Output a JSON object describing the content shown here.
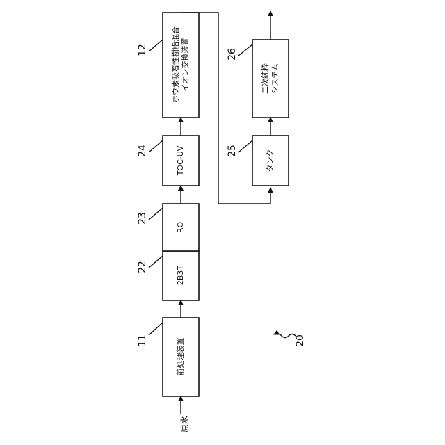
{
  "source_label": "原水",
  "boxes": {
    "pretreatment": {
      "ref": "11",
      "label": "前処理装置"
    },
    "b2b3t": {
      "ref": "22",
      "label": "2B3T"
    },
    "ro": {
      "ref": "23",
      "label": "RO"
    },
    "tocuv": {
      "ref": "24",
      "label": "TOC-UV"
    },
    "mixed_bed": {
      "ref": "12",
      "line1": "ホウ素吸着性樹脂混合",
      "line2": "イオン交換装置"
    },
    "tank": {
      "ref": "25",
      "label": "タンク"
    },
    "secondary": {
      "ref": "26",
      "line1": "二次純粋",
      "line2": "システム"
    }
  },
  "system_ref": "20"
}
